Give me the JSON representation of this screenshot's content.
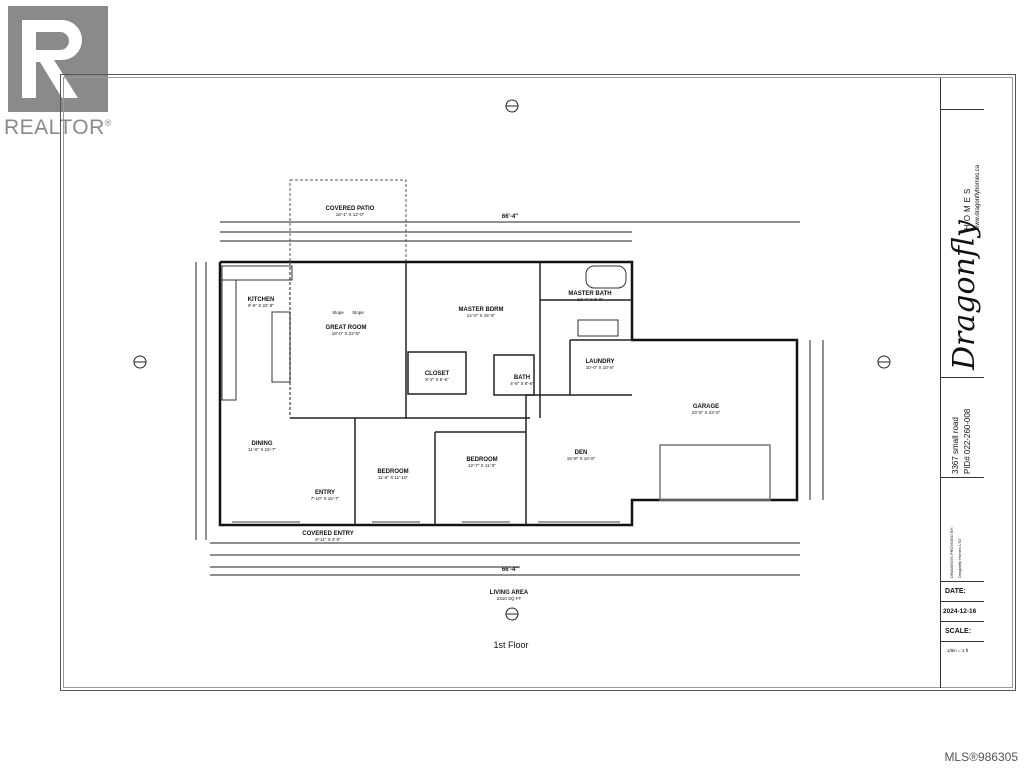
{
  "watermark": {
    "brand": "REALTOR",
    "registered": "®"
  },
  "mls_label": "MLS®986305",
  "plan": {
    "floor_label": "1st Floor",
    "living_area_title": "LIVING AREA",
    "living_area_value": "2310 SQ FT",
    "overall_width": "66'-4\"",
    "rooms": [
      {
        "name": "COVERED PATIO",
        "dims": "18'-1\" X 12'-0\""
      },
      {
        "name": "KITCHEN",
        "dims": "9'-6\" X 22'-8\""
      },
      {
        "name": "GREAT ROOM",
        "dims": "18'-0\" X 22'-8\""
      },
      {
        "name": "MASTER BDRM",
        "dims": "14'-0\" X 15'-6\""
      },
      {
        "name": "MASTER BATH",
        "dims": "13'-4\" X 8'-0\""
      },
      {
        "name": "CLOSET",
        "dims": "8'-2\" X 5'-6\""
      },
      {
        "name": "BATH",
        "dims": "4'-8\" X 8'-6\""
      },
      {
        "name": "LAUNDRY",
        "dims": "10'-0\" X 10'-8\""
      },
      {
        "name": "GARAGE",
        "dims": "23'-5\" X 23'-0\""
      },
      {
        "name": "DINING",
        "dims": "11'-6\" X 15'-7\""
      },
      {
        "name": "ENTRY",
        "dims": "7'-10\" X 15'-7\""
      },
      {
        "name": "BEDROOM",
        "dims": "11'-6\" X 11'-10\""
      },
      {
        "name": "BEDROOM",
        "dims": "12'-7\" X 11'-0\""
      },
      {
        "name": "DEN",
        "dims": "15'-8\" X 16'-8\""
      },
      {
        "name": "COVERED ENTRY",
        "dims": "8'-11\" X 4'-0\""
      }
    ],
    "slope_labels": [
      "Slope",
      "Slope"
    ]
  },
  "titleblock": {
    "company": "Dragonfly",
    "company_word": "HOMES",
    "website": "www.dragonflyhomes.ca",
    "address": "3367 small road",
    "pid": "PID# 022-260-008",
    "drawn_label": "DRAWINGS PROVIDED BY:",
    "drawn_by": "Dragonfly Homes LTD",
    "date_label": "DATE:",
    "date_value": "2024-12-16",
    "scale_label": "SCALE:",
    "scale_value": "1/8in = 1 ft"
  }
}
